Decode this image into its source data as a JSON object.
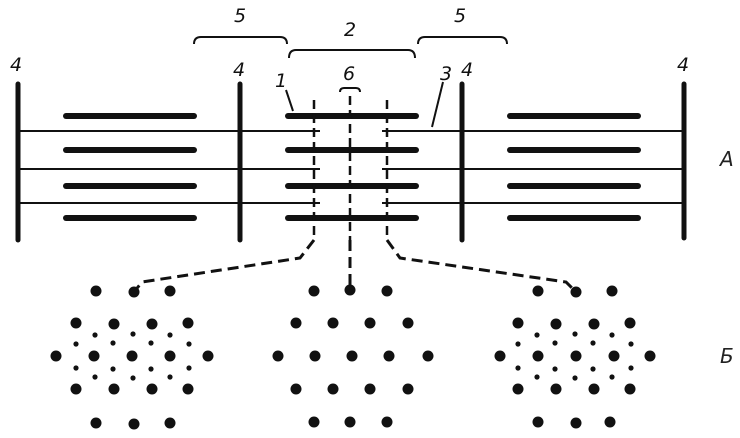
{
  "labels": {
    "l1": "1",
    "l2": "2",
    "l3": "3",
    "l4a": "4",
    "l4b": "4",
    "l4c": "4",
    "l4d": "4",
    "l5a": "5",
    "l5b": "5",
    "l6": "6",
    "panel_a": "А",
    "panel_b": "Б"
  },
  "colors": {
    "ink": "#111111",
    "background": "#ffffff"
  }
}
